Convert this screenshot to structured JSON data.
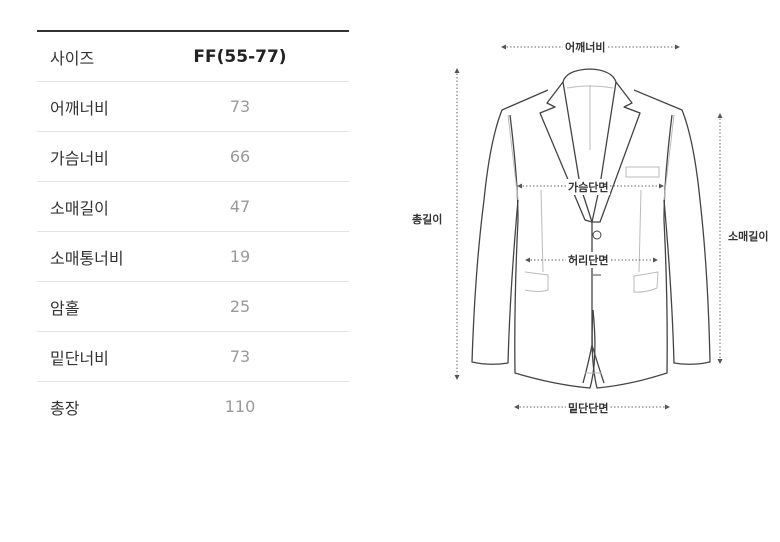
{
  "size_table": {
    "header": {
      "label": "사이즈",
      "value": "FF(55-77)"
    },
    "rows": [
      {
        "label": "어깨너비",
        "value": "73"
      },
      {
        "label": "가슴너비",
        "value": "66"
      },
      {
        "label": "소매길이",
        "value": "47"
      },
      {
        "label": "소매통너비",
        "value": "19"
      },
      {
        "label": "암홀",
        "value": "25"
      },
      {
        "label": "밑단너비",
        "value": "73"
      },
      {
        "label": "총장",
        "value": "110"
      }
    ]
  },
  "diagram": {
    "shoulder": "어깨너비",
    "chest": "가슴단면",
    "waist": "허리단면",
    "hem": "밑단단면",
    "total_length": "총길이",
    "sleeve_length": "소매길이"
  }
}
